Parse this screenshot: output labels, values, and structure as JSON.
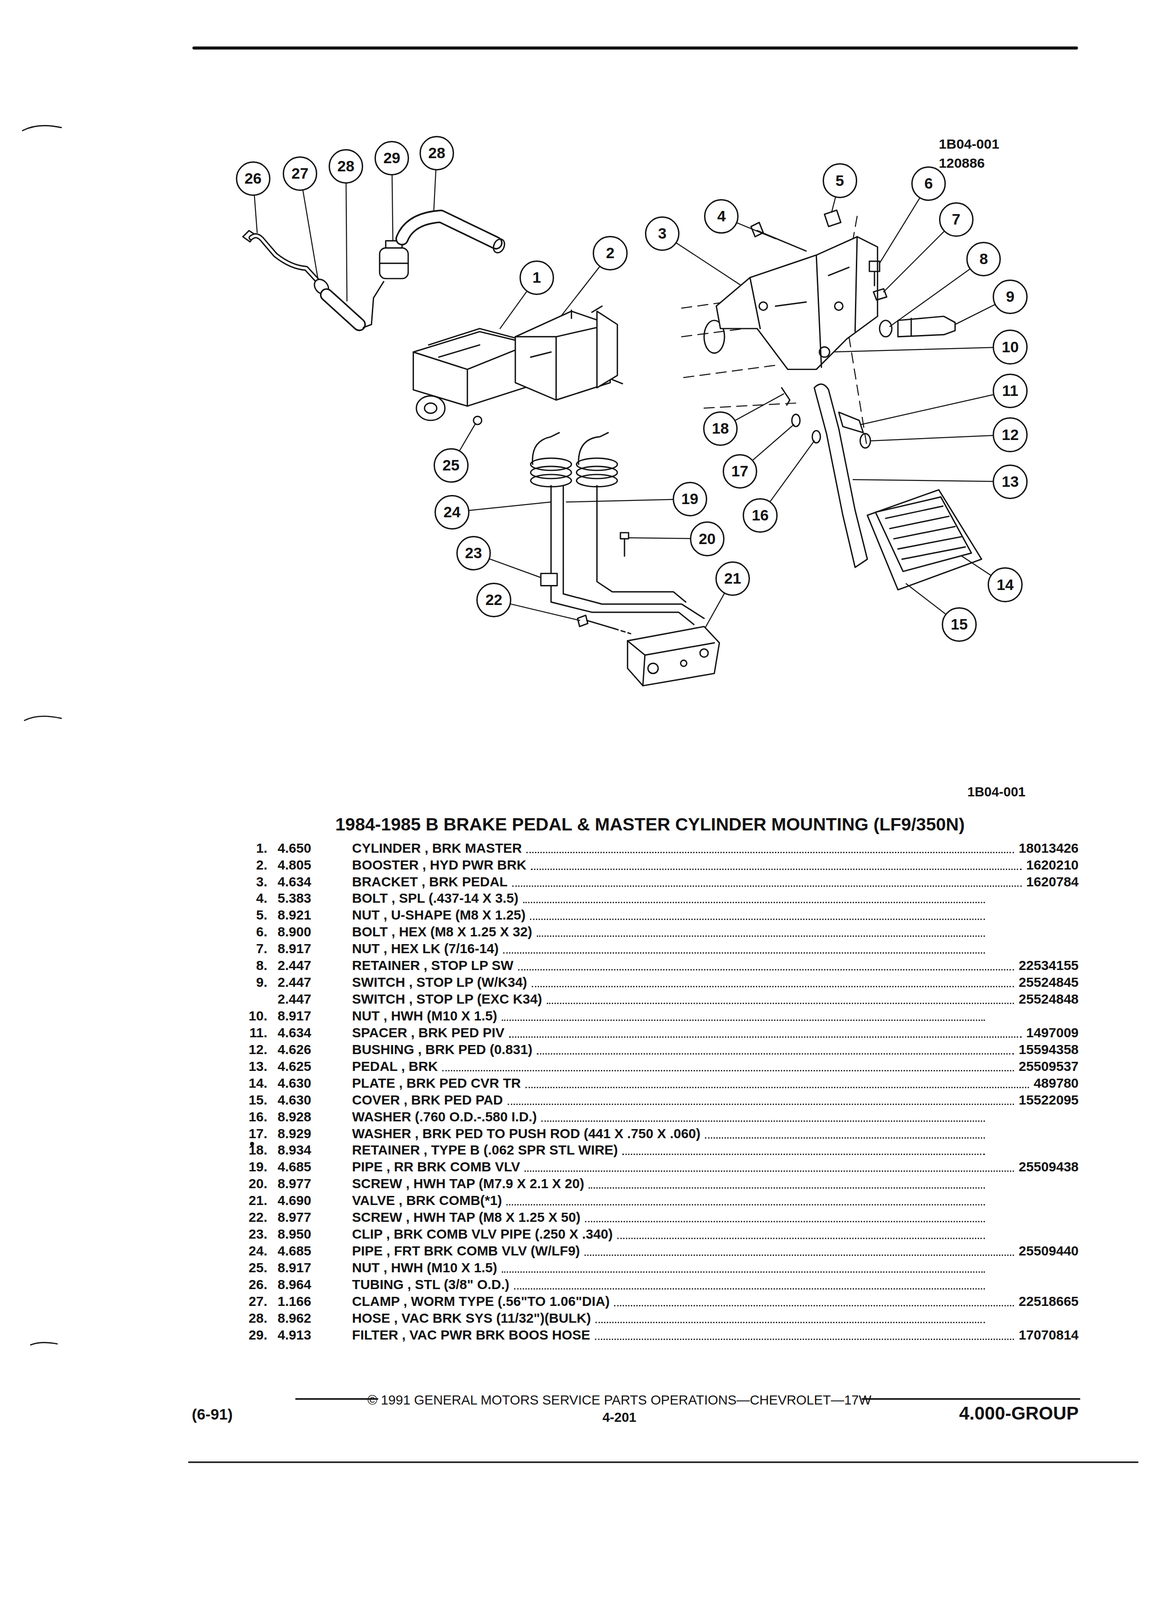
{
  "diagram": {
    "title": "1984-1985 B BRAKE PEDAL & MASTER CYLINDER MOUNTING (LF9/350N)",
    "nodes": [
      {
        "text": [
          "26"
        ]
      },
      {
        "text": [
          "27"
        ]
      },
      {
        "text": [
          "28"
        ]
      },
      {
        "text": [
          "29"
        ]
      },
      {
        "text": [
          "28"
        ]
      },
      {
        "text": [
          "5"
        ]
      },
      {
        "text": [
          "6"
        ]
      },
      {
        "text": [
          "4"
        ]
      },
      {
        "text": [
          "7"
        ]
      },
      {
        "text": [
          "3"
        ]
      },
      {
        "text": [
          "2"
        ]
      },
      {
        "text": [
          "8"
        ]
      },
      {
        "text": [
          "1"
        ]
      },
      {
        "text": [
          "9"
        ]
      },
      {
        "text": [
          "10"
        ]
      },
      {
        "text": [
          "11"
        ]
      },
      {
        "text": [
          "18"
        ]
      },
      {
        "text": [
          "12"
        ]
      },
      {
        "text": [
          "25"
        ]
      },
      {
        "text": [
          "17"
        ]
      },
      {
        "text": [
          "13"
        ]
      },
      {
        "text": [
          "24"
        ]
      },
      {
        "text": [
          "19"
        ]
      },
      {
        "text": [
          "16"
        ]
      },
      {
        "text": [
          "20"
        ]
      },
      {
        "text": [
          "23"
        ]
      },
      {
        "text": [
          "21"
        ]
      },
      {
        "text": [
          "14"
        ]
      },
      {
        "text": [
          "22"
        ]
      },
      {
        "text": [
          "15"
        ]
      }
    ],
    "labels": [
      "1B04-001",
      "120886",
      "1B04-001",
      "1.",
      "4.650",
      "CYLINDER , BRK MASTER",
      "18013426",
      "2.",
      "4.805",
      "BOOSTER , HYD PWR BRK",
      "1620210",
      "3.",
      "4.634",
      "BRACKET , BRK PEDAL",
      "1620784",
      "4.",
      "5.383",
      "BOLT , SPL (.437-14 X 3.5)",
      "5.",
      "8.921",
      "NUT , U-SHAPE (M8 X 1.25)",
      "6.",
      "8.900",
      "BOLT , HEX (M8 X 1.25 X 32)",
      "7.",
      "8.917",
      "NUT , HEX LK (7/16-14)",
      "8.",
      "2.447",
      "RETAINER , STOP LP SW",
      "22534155",
      "9.",
      "2.447",
      "SWITCH , STOP LP (W/K34)",
      "25524845",
      "2.447",
      "SWITCH , STOP LP (EXC K34)",
      "25524848",
      "10.",
      "8.917",
      "NUT , HWH (M10 X 1.5)",
      "11.",
      "4.634",
      "SPACER , BRK PED PIV",
      "1497009",
      "12.",
      "4.626",
      "BUSHING , BRK PED (0.831)",
      "15594358",
      "13.",
      "4.625",
      "PEDAL , BRK",
      "25509537",
      "14.",
      "4.630",
      "PLATE , BRK PED CVR TR",
      "489780",
      "15.",
      "4.630",
      "COVER , BRK PED PAD",
      "15522095",
      "16.",
      "8.928",
      "WASHER (.760 O.D.-.580 I.D.)",
      "17.",
      "8.929",
      "WASHER , BRK PED TO PUSH ROD (441 X .750 X .060)",
      "18.",
      "8.934",
      "RETAINER , TYPE B (.062 SPR STL WIRE)",
      "19.",
      "4.685",
      "PIPE , RR BRK COMB VLV",
      "25509438",
      "20.",
      "8.977",
      "SCREW , HWH TAP (M7.9 X 2.1 X 20)",
      "21.",
      "4.690",
      "VALVE , BRK COMB(*1)",
      "22.",
      "8.977",
      "SCREW , HWH TAP (M8 X 1.25 X 50)",
      "23.",
      "8.950",
      "CLIP , BRK COMB VLV PIPE (.250 X .340)",
      "24.",
      "4.685",
      "PIPE , FRT BRK COMB VLV (W/LF9)",
      "25509440",
      "25.",
      "8.917",
      "NUT , HWH (M10 X 1.5)",
      "26.",
      "8.964",
      "TUBING , STL (3/8\" O.D.)",
      "27.",
      "1.166",
      "CLAMP , WORM TYPE (.56\"TO 1.06\"DIA)",
      "22518665",
      "28.",
      "8.962",
      "HOSE , VAC BRK SYS (11/32\")(BULK)",
      "29.",
      "4.913",
      "FILTER , VAC PWR BRK BOOS HOSE",
      "17070814",
      "© 1991 GENERAL MOTORS SERVICE PARTS OPERATIONS—CHEVROLET—17W",
      "(6-91)",
      "4-201",
      "4.000-GROUP"
    ]
  }
}
